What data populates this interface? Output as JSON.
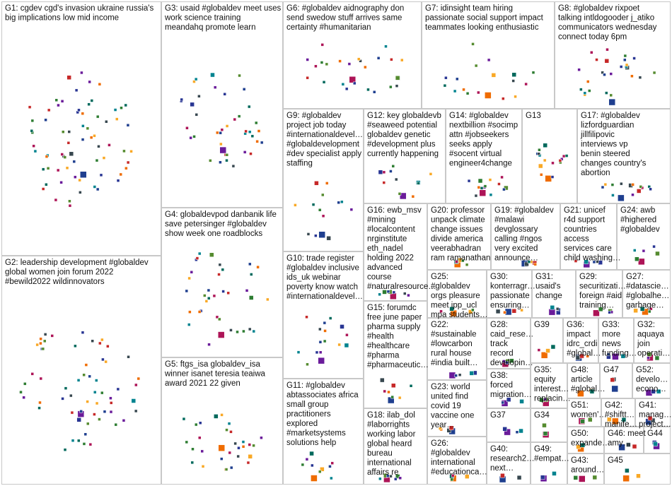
{
  "groups": [
    {
      "id": "G1",
      "lines": [
        "G1: cgdev cgd's invasion ukraine russia's",
        "big implications low mid income"
      ],
      "nodes": 70,
      "seed": 11
    },
    {
      "id": "G3",
      "lines": [
        "G3: usaid #globaldev meet uses",
        "work science training",
        "meandahq promote learn"
      ],
      "nodes": 40,
      "seed": 23
    },
    {
      "id": "G6",
      "lines": [
        "G6: #globaldev aidnography don",
        "send swedow stuff arrives same",
        "certainty #humanitarian"
      ],
      "nodes": 26,
      "seed": 31
    },
    {
      "id": "G7",
      "lines": [
        "G7: idinsight team hiring",
        "passionate social support impact",
        "teammates looking enthusiastic"
      ],
      "nodes": 18,
      "seed": 37
    },
    {
      "id": "G8",
      "lines": [
        "G8: #globaldev rixpoet",
        "talking intldogooder j_atiko",
        "communicators wednesday",
        "connect today 6pm"
      ],
      "nodes": 26,
      "seed": 41
    },
    {
      "id": "G2",
      "lines": [
        "G2: leadership development #globaldev",
        "global women join forum 2022",
        "#bewild2022 wildinnovators"
      ],
      "nodes": 60,
      "seed": 43
    },
    {
      "id": "G4",
      "lines": [
        "G4: globaldevpod danbanik life",
        "save petersinger #globaldev",
        "show week one roadblocks"
      ],
      "nodes": 36,
      "seed": 47
    },
    {
      "id": "G5",
      "lines": [
        "G5: ftgs_isa globaldev_isa",
        "winner isanet teresia teaiwa",
        "award 2021 22 given"
      ],
      "nodes": 30,
      "seed": 53
    },
    {
      "id": "G9",
      "lines": [
        "G9: #globaldev",
        "project job today",
        "#internationaldevel…",
        "#globaldevelopment",
        "#dev specialist apply",
        "staffing"
      ],
      "nodes": 14,
      "seed": 59
    },
    {
      "id": "G12",
      "lines": [
        "G12: key globaldevb",
        "#seaweed potential",
        "globaldev genetic",
        "#development plus",
        "currently happening"
      ],
      "nodes": 12,
      "seed": 61
    },
    {
      "id": "G14",
      "lines": [
        "G14: #globaldev",
        "nextbillion #socimp",
        "attn #jobseekers",
        "seeks apply",
        "#socent virtual",
        "engineer4change"
      ],
      "nodes": 14,
      "seed": 67
    },
    {
      "id": "G13",
      "lines": [
        "G13"
      ],
      "nodes": 16,
      "seed": 71
    },
    {
      "id": "G17",
      "lines": [
        "G17: #globaldev",
        "lizfordguardian",
        "jillfilipovic",
        "interviews vp",
        "benin steered",
        "changes country's",
        "abortion"
      ],
      "nodes": 14,
      "seed": 73
    },
    {
      "id": "G10",
      "lines": [
        "G10: trade register",
        "#globaldev inclusive",
        "ids_uk webinar",
        "poverty know watch",
        "#internationaldevel…"
      ],
      "nodes": 16,
      "seed": 79
    },
    {
      "id": "G16",
      "lines": [
        "G16: ewb_msv",
        "#mining",
        "#localcontent",
        "nrginstitute",
        "eth_nadel",
        "holding 2022",
        "advanced",
        "course",
        "#naturalresource…"
      ],
      "nodes": 8,
      "seed": 83
    },
    {
      "id": "G20",
      "lines": [
        "G20: professor",
        "unpack climate",
        "change issues",
        "divide america",
        "veerabhadran",
        "ram ramanathan"
      ],
      "nodes": 6,
      "seed": 89
    },
    {
      "id": "G19",
      "lines": [
        "G19: #globaldev",
        "#malawi",
        "devglossary",
        "calling #ngos",
        "very excited",
        "announce…"
      ],
      "nodes": 6,
      "seed": 97
    },
    {
      "id": "G21",
      "lines": [
        "G21: unicef",
        "r4d support",
        "countries",
        "access",
        "services care",
        "child washing…"
      ],
      "nodes": 6,
      "seed": 101
    },
    {
      "id": "G24",
      "lines": [
        "G24: awb",
        "#highered",
        "#globaldev"
      ],
      "nodes": 6,
      "seed": 103
    },
    {
      "id": "G25",
      "lines": [
        "G25:",
        "#globaldev",
        "orgs pleasure",
        "meet ipp_ucl",
        "mpa students…"
      ],
      "nodes": 5,
      "seed": 107
    },
    {
      "id": "G30",
      "lines": [
        "G30:",
        "konterragr…",
        "passionate",
        "ensuring…"
      ],
      "nodes": 5,
      "seed": 109
    },
    {
      "id": "G31",
      "lines": [
        "G31:",
        "usaid's",
        "change"
      ],
      "nodes": 5,
      "seed": 113
    },
    {
      "id": "G29",
      "lines": [
        "G29:",
        "securitizati…",
        "foreign #aid",
        "training…"
      ],
      "nodes": 5,
      "seed": 127
    },
    {
      "id": "G27",
      "lines": [
        "G27:",
        "#datascie…",
        "#globalhe…",
        "garbage…"
      ],
      "nodes": 5,
      "seed": 131
    },
    {
      "id": "G15",
      "lines": [
        "G15: forumdc",
        "free june paper",
        "pharma supply",
        "#health",
        "#healthcare",
        "#pharma",
        "#pharmaceutic…"
      ],
      "nodes": 8,
      "seed": 137
    },
    {
      "id": "G22",
      "lines": [
        "G22:",
        "#sustainable",
        "#lowcarbon",
        "rural house",
        "#india built…"
      ],
      "nodes": 5,
      "seed": 139
    },
    {
      "id": "G28",
      "lines": [
        "G28:",
        "caid_rese…",
        "track",
        "record",
        "developin…"
      ],
      "nodes": 5,
      "seed": 149
    },
    {
      "id": "G39",
      "lines": [
        "G39"
      ],
      "nodes": 4,
      "seed": 151
    },
    {
      "id": "G36",
      "lines": [
        "G36:",
        "impact",
        "idrc_crdi",
        "#global…"
      ],
      "nodes": 4,
      "seed": 157
    },
    {
      "id": "G33",
      "lines": [
        "G33:",
        "more",
        "news",
        "funding…"
      ],
      "nodes": 4,
      "seed": 163
    },
    {
      "id": "G32",
      "lines": [
        "G32:",
        "aquaya",
        "join",
        "operati…"
      ],
      "nodes": 4,
      "seed": 167
    },
    {
      "id": "G11",
      "lines": [
        "G11: #globaldev",
        "abtassociates africa",
        "small group",
        "practitioners",
        "explored",
        "#marketsystems",
        "solutions help"
      ],
      "nodes": 10,
      "seed": 173
    },
    {
      "id": "G23",
      "lines": [
        "G23: world",
        "united find",
        "covid 19",
        "vaccine one",
        "year…"
      ],
      "nodes": 5,
      "seed": 179
    },
    {
      "id": "G38",
      "lines": [
        "G38:",
        "forced",
        "migration…"
      ],
      "nodes": 4,
      "seed": 181
    },
    {
      "id": "G35",
      "lines": [
        "G35:",
        "equity",
        "interest…",
        "replacin…"
      ],
      "nodes": 4,
      "seed": 191
    },
    {
      "id": "G48",
      "lines": [
        "G48:",
        "article",
        "#global…"
      ],
      "nodes": 3,
      "seed": 193
    },
    {
      "id": "G47",
      "lines": [
        "G47"
      ],
      "nodes": 3,
      "seed": 197
    },
    {
      "id": "G52",
      "lines": [
        "G52:",
        "develo…",
        "econo…"
      ],
      "nodes": 3,
      "seed": 199
    },
    {
      "id": "G51",
      "lines": [
        "G51:",
        "women'…"
      ],
      "nodes": 3,
      "seed": 211
    },
    {
      "id": "G42",
      "lines": [
        "G42:",
        "#shiftt…",
        "manife…"
      ],
      "nodes": 3,
      "seed": 223
    },
    {
      "id": "G41",
      "lines": [
        "G41:",
        "manag…",
        "project…"
      ],
      "nodes": 3,
      "seed": 227
    },
    {
      "id": "G37",
      "lines": [
        "G37"
      ],
      "nodes": 4,
      "seed": 229
    },
    {
      "id": "G34",
      "lines": [
        "G34"
      ],
      "nodes": 3,
      "seed": 233
    },
    {
      "id": "G50",
      "lines": [
        "G50:",
        "expande…"
      ],
      "nodes": 3,
      "seed": 239
    },
    {
      "id": "G46",
      "lines": [
        "G46: meet",
        "amy…"
      ],
      "nodes": 3,
      "seed": 241
    },
    {
      "id": "G44",
      "lines": [
        "G44"
      ],
      "nodes": 3,
      "seed": 251
    },
    {
      "id": "G18",
      "lines": [
        "G18: ilab_dol",
        "#laborrights",
        "working labor",
        "global heard",
        "bureau",
        "international",
        "affairs re"
      ],
      "nodes": 8,
      "seed": 257
    },
    {
      "id": "G26",
      "lines": [
        "G26:",
        "#globaldev",
        "international",
        "#educationca…"
      ],
      "nodes": 5,
      "seed": 263
    },
    {
      "id": "G40",
      "lines": [
        "G40:",
        "research2…",
        "next…"
      ],
      "nodes": 3,
      "seed": 269
    },
    {
      "id": "G49",
      "lines": [
        "G49:",
        "#empat…"
      ],
      "nodes": 3,
      "seed": 271
    },
    {
      "id": "G43",
      "lines": [
        "G43:",
        "around…"
      ],
      "nodes": 3,
      "seed": 277
    },
    {
      "id": "G45",
      "lines": [
        "G45"
      ],
      "nodes": 3,
      "seed": 281
    }
  ],
  "colors": {
    "edge": "#8a8a9a",
    "edge_red": "#d23a3a",
    "box_border": "#c8c8c8",
    "node_palette": [
      "#1f3f8f",
      "#2e7d32",
      "#c62828",
      "#6a1b9a",
      "#f9a825",
      "#00838f",
      "#ad1457",
      "#37474f",
      "#558b2f",
      "#ef6c00",
      "#283593",
      "#00695c"
    ]
  }
}
